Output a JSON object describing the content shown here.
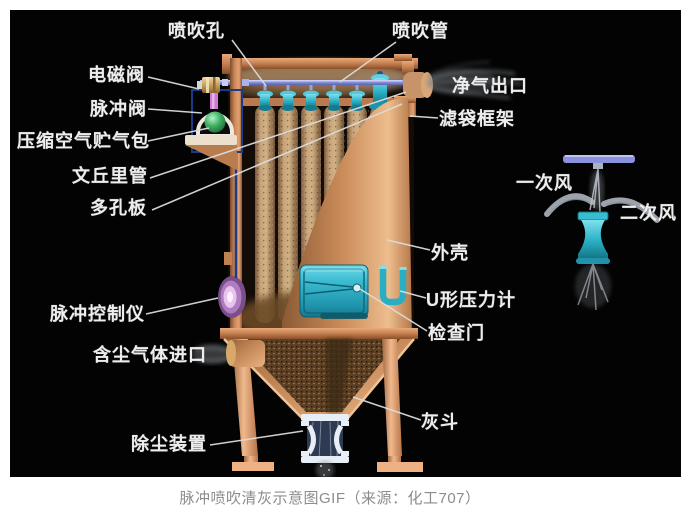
{
  "caption": "脉冲喷吹清灰示意图GIF（来源：化工707）",
  "diagram": {
    "labels": {
      "blow_hole": "喷吹孔",
      "blow_pipe": "喷吹管",
      "solenoid_valve": "电磁阀",
      "pulse_valve": "脉冲阀",
      "air_reservoir": "压缩空气贮气包",
      "venturi_tube": "文丘里管",
      "perforated_plate": "多孔板",
      "clean_gas_outlet": "净气出口",
      "bag_cage": "滤袋框架",
      "shell": "外壳",
      "u_pressure_gauge": "U形压力计",
      "inspection_door": "检查门",
      "ash_hopper": "灰斗",
      "pulse_controller": "脉冲控制仪",
      "dusty_gas_inlet": "含尘气体进口",
      "dust_discharge": "除尘装置",
      "primary_air": "一次风",
      "secondary_air": "二次风"
    },
    "colors": {
      "background": "#030303",
      "casing_copper": "#c8875a",
      "filter_bag": "#c6a379",
      "cyan_parts": "#2cb2c8",
      "blow_pipe": "#858ed6",
      "label_text": "#ededed",
      "caption_text": "#8c8c8c"
    }
  }
}
